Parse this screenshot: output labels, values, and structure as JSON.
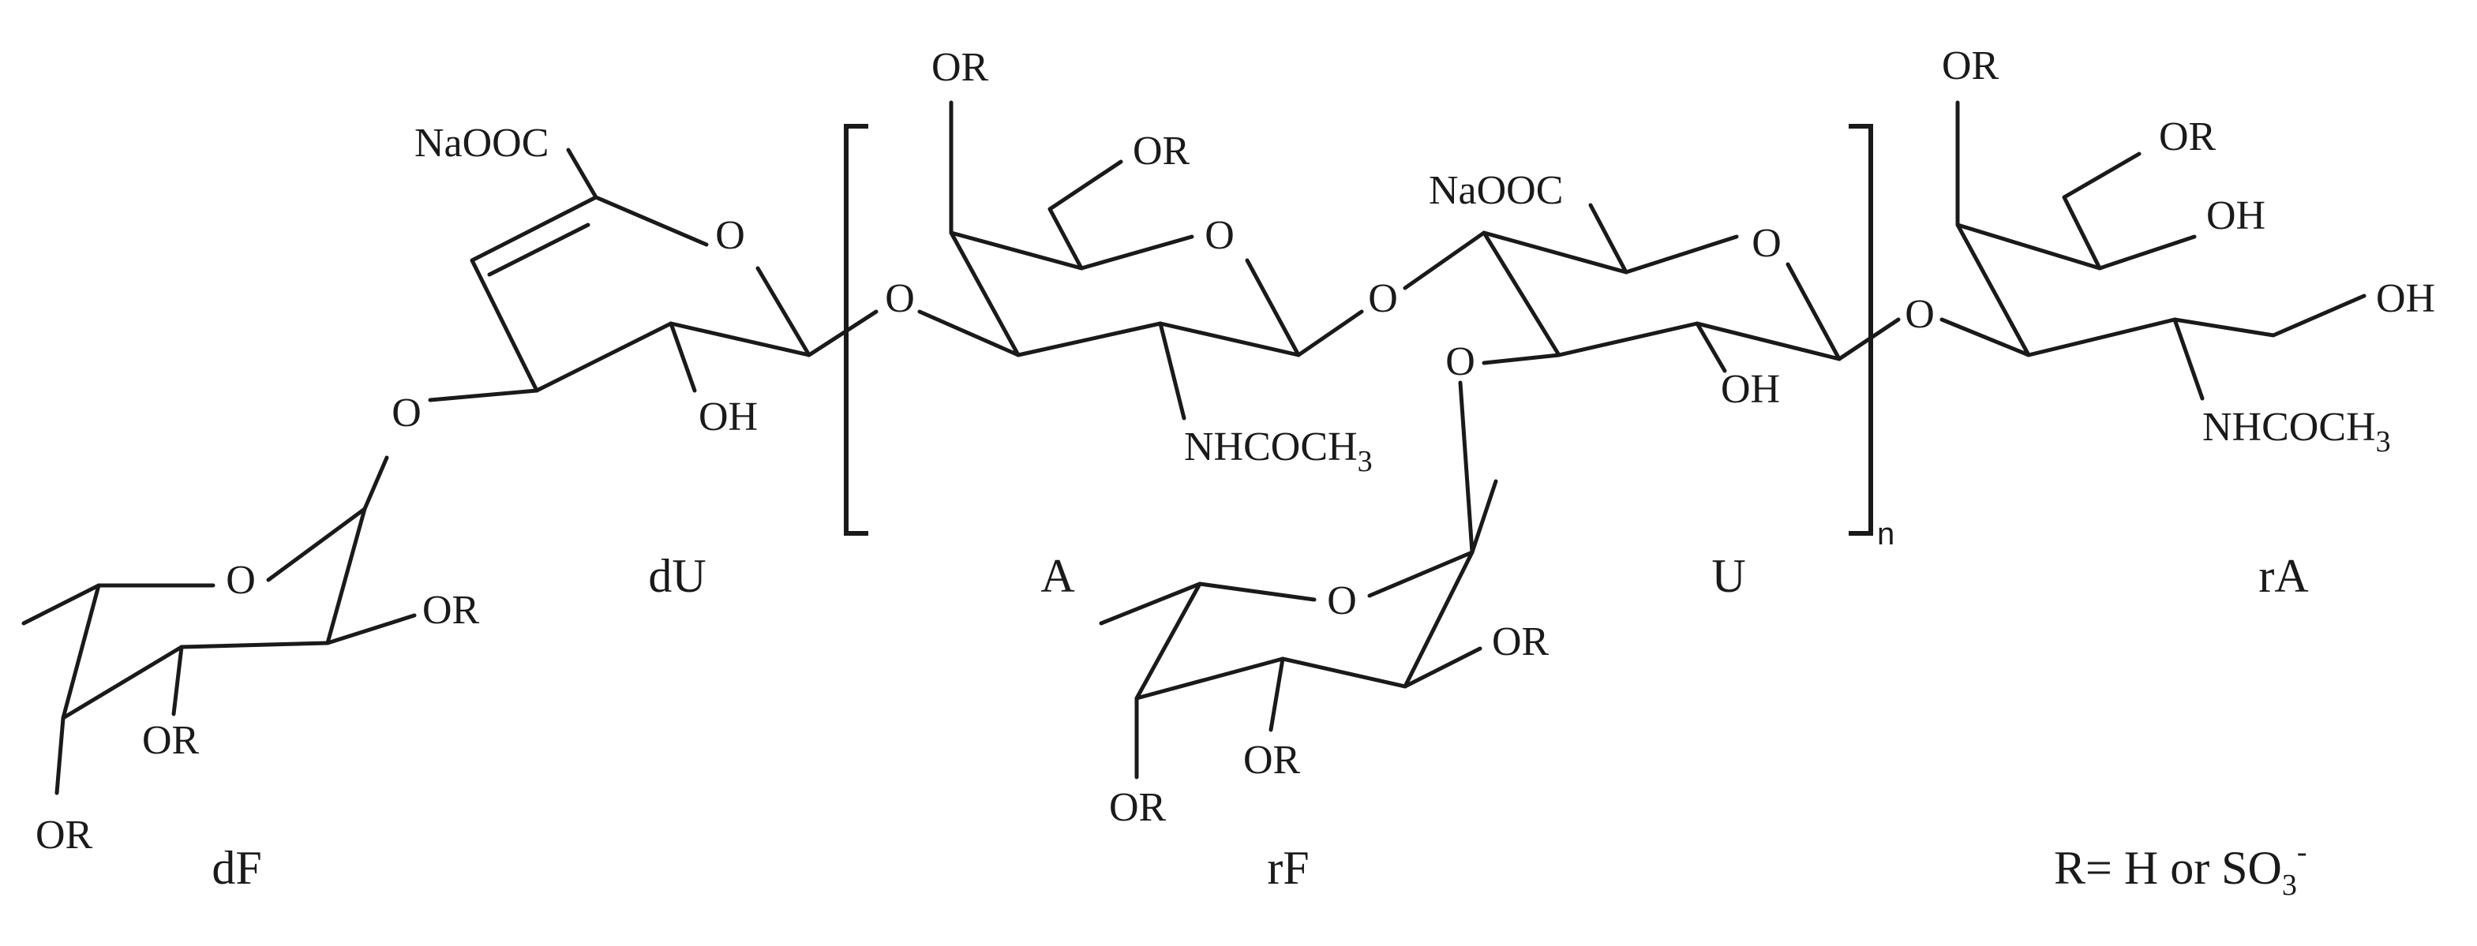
{
  "atoms": {
    "or": "OR",
    "oh": "OH",
    "ring_o": "O",
    "link_o": "O",
    "naooc": "NaOOC",
    "nhcoch": "NHCOCH",
    "sub3": "3"
  },
  "units": {
    "dF": "dF",
    "dU": "dU",
    "A": "A",
    "U": "U",
    "rA": "rA",
    "rF": "rF"
  },
  "repeat": {
    "n": "n"
  },
  "legend": {
    "prefix": "R= H or SO",
    "sub": "3",
    "sup": "-"
  }
}
